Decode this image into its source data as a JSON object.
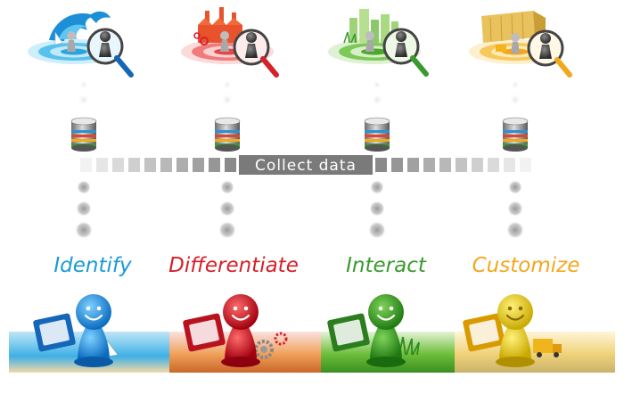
{
  "banner": {
    "label": "Collect data"
  },
  "stages": [
    {
      "title": "Identify",
      "color": "#1a9ad6",
      "scene": "ocean-waves-sailboat"
    },
    {
      "title": "Differentiate",
      "color": "#d6202a",
      "scene": "factory-gears"
    },
    {
      "title": "Interact",
      "color": "#3a9a2e",
      "scene": "green-city-grass"
    },
    {
      "title": "Customize",
      "color": "#f2a81d",
      "scene": "cargo-container-truck"
    }
  ]
}
